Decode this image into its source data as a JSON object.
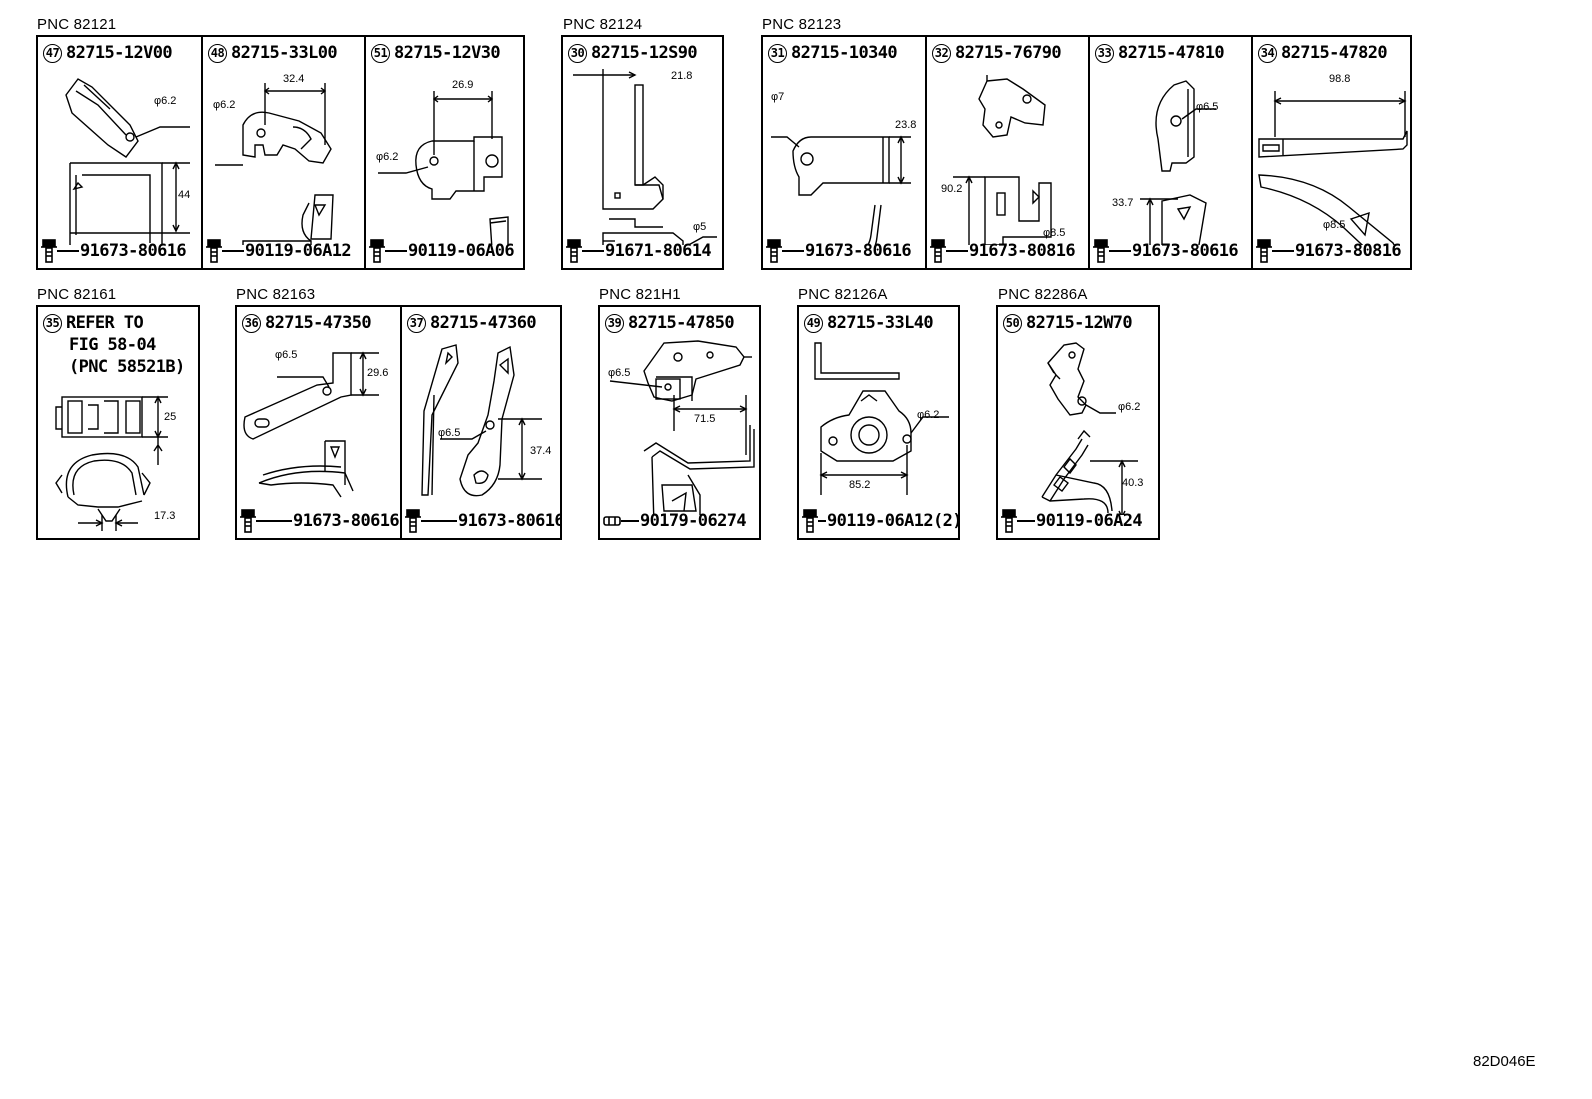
{
  "groups": [
    {
      "pnc": "PNC 82121",
      "cells": [
        {
          "num": "47",
          "part": "82715-12V00",
          "fastener": "91673-80616",
          "fastener_icon": "flange-bolt-icon",
          "dims": [
            "φ6.2",
            "44"
          ]
        },
        {
          "num": "48",
          "part": "82715-33L00",
          "fastener": "90119-06A12",
          "fastener_icon": "flange-bolt-icon",
          "dims": [
            "32.4",
            "φ6.2"
          ]
        },
        {
          "num": "51",
          "part": "82715-12V30",
          "fastener": "90119-06A06",
          "fastener_icon": "flange-bolt-icon",
          "dims": [
            "26.9",
            "φ6.2"
          ]
        }
      ]
    },
    {
      "pnc": "PNC 82124",
      "cells": [
        {
          "num": "30",
          "part": "82715-12S90",
          "fastener": "91671-80614",
          "fastener_icon": "flange-bolt-icon",
          "dims": [
            "21.8",
            "φ5"
          ]
        }
      ]
    },
    {
      "pnc": "PNC 82123",
      "cells": [
        {
          "num": "31",
          "part": "82715-10340",
          "fastener": "91673-80616",
          "fastener_icon": "flange-bolt-icon",
          "dims": [
            "φ7",
            "23.8"
          ]
        },
        {
          "num": "32",
          "part": "82715-76790",
          "fastener": "91673-80816",
          "fastener_icon": "flange-bolt-icon",
          "dims": [
            "90.2",
            "φ8.5"
          ]
        },
        {
          "num": "33",
          "part": "82715-47810",
          "fastener": "91673-80616",
          "fastener_icon": "flange-bolt-icon",
          "dims": [
            "φ6.5",
            "33.7"
          ]
        },
        {
          "num": "34",
          "part": "82715-47820",
          "fastener": "91673-80816",
          "fastener_icon": "flange-bolt-icon",
          "dims": [
            "98.8",
            "φ8.5"
          ]
        }
      ]
    },
    {
      "pnc": "PNC 82161",
      "cells": [
        {
          "num": "35",
          "ref_lines": [
            "REFER TO",
            "FIG 58-04",
            "(PNC 58521B)"
          ],
          "dims": [
            "25",
            "17.3"
          ]
        }
      ]
    },
    {
      "pnc": "PNC 82163",
      "cells": [
        {
          "num": "36",
          "part": "82715-47350",
          "fastener": "91673-80616",
          "fastener_icon": "flange-bolt-icon",
          "dims": [
            "φ6.5",
            "29.6"
          ]
        },
        {
          "num": "37",
          "part": "82715-47360",
          "fastener": "91673-80616",
          "fastener_icon": "flange-bolt-icon",
          "dims": [
            "φ6.5",
            "37.4"
          ]
        }
      ]
    },
    {
      "pnc": "PNC 821H1",
      "cells": [
        {
          "num": "39",
          "part": "82715-47850",
          "fastener": "90179-06274",
          "fastener_icon": "nut-icon",
          "dims": [
            "φ6.5",
            "71.5"
          ]
        }
      ]
    },
    {
      "pnc": "PNC 82126A",
      "cells": [
        {
          "num": "49",
          "part": "82715-33L40",
          "fastener": "90119-06A12(2)",
          "fastener_icon": "flange-bolt-icon",
          "dims": [
            "φ6.2",
            "85.2"
          ]
        }
      ]
    },
    {
      "pnc": "PNC 82286A",
      "cells": [
        {
          "num": "50",
          "part": "82715-12W70",
          "fastener": "90119-06A24",
          "fastener_icon": "flange-bolt-icon",
          "dims": [
            "φ6.2",
            "40.3"
          ]
        }
      ]
    }
  ],
  "figure_code": "82D046E"
}
